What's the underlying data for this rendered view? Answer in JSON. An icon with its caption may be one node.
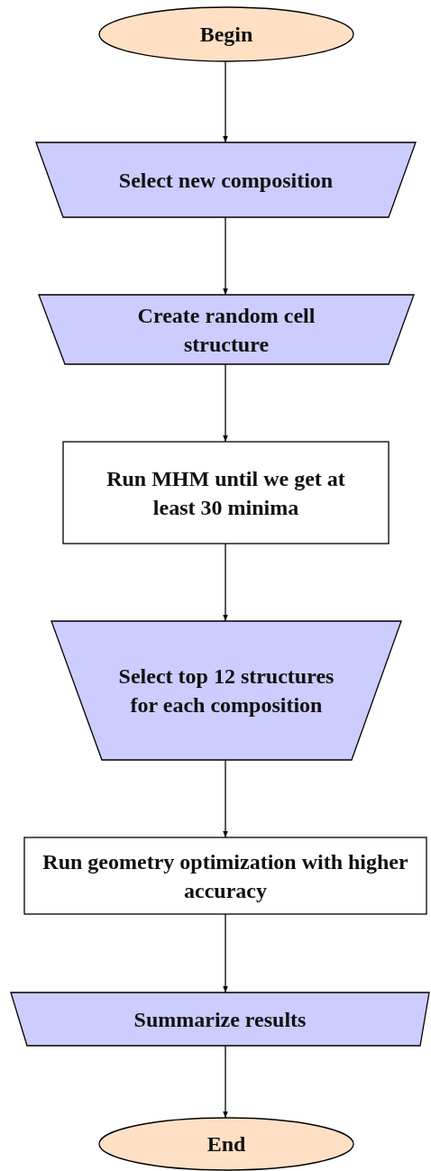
{
  "diagram": {
    "nodes": [
      {
        "text": [
          "Begin"
        ]
      },
      {
        "text": [
          "Select new composition"
        ]
      },
      {
        "text": [
          "Create random cell structure"
        ]
      },
      {
        "text": [
          "Run MHM until we get at least 30 minima"
        ]
      },
      {
        "text": [
          "Select top 12 structures for each composition"
        ]
      },
      {
        "text": [
          "Run geometry optimization with higher accuracy"
        ]
      },
      {
        "text": [
          "Summarize results"
        ]
      },
      {
        "text": [
          "End"
        ]
      }
    ],
    "edges": [
      {
        "from": 0,
        "to": 1,
        "arrow": "to"
      },
      {
        "from": 1,
        "to": 2,
        "arrow": "to"
      },
      {
        "from": 2,
        "to": 3,
        "arrow": "to"
      },
      {
        "from": 3,
        "to": 4,
        "arrow": "to"
      },
      {
        "from": 4,
        "to": 5,
        "arrow": "to"
      },
      {
        "from": 5,
        "to": 6,
        "arrow": "to"
      },
      {
        "from": 6,
        "to": 7,
        "arrow": "to"
      }
    ]
  }
}
